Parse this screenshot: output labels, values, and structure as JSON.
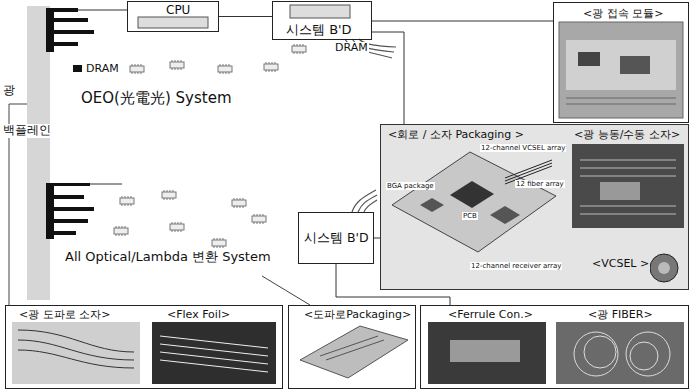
{
  "diagram": {
    "nodes": [
      {
        "text": [
          "CPU"
        ]
      },
      {
        "text": [
          "시스템 B'D"
        ]
      },
      {
        "text": [
          "<광 접속 모듈>"
        ]
      },
      {
        "text": [
          "시스템 B'D"
        ]
      },
      {
        "text": [
          "<회로 / 소자 Packaging >",
          "<광 능동/수동 소자>",
          "<VCSEL >"
        ]
      },
      {
        "text": [
          "<광 도파로 소자>",
          "<Flex Foil>"
        ]
      },
      {
        "text": [
          "<도파로Packaging>"
        ]
      },
      {
        "text": [
          "<Ferrule Con.>",
          "<광 FIBER>"
        ]
      }
    ],
    "edges": [
      {
        "from": 0,
        "to": 1,
        "arrow": "none"
      },
      {
        "from": 1,
        "to": 2,
        "arrow": "none"
      },
      {
        "from": 1,
        "to": 4,
        "arrow": "none"
      },
      {
        "from": 3,
        "to": 4,
        "arrow": "none"
      },
      {
        "from": 3,
        "to": 7,
        "arrow": "none"
      }
    ],
    "labels": [
      "DRAM",
      "DRAM",
      "OEO(光電光) System",
      "광",
      "백플레인",
      "All Optical/Lambda 변환 System",
      "BGA package",
      "12-channel VCSEL array",
      "12 fiber array",
      "PCB",
      "12-channel receiver array"
    ]
  }
}
